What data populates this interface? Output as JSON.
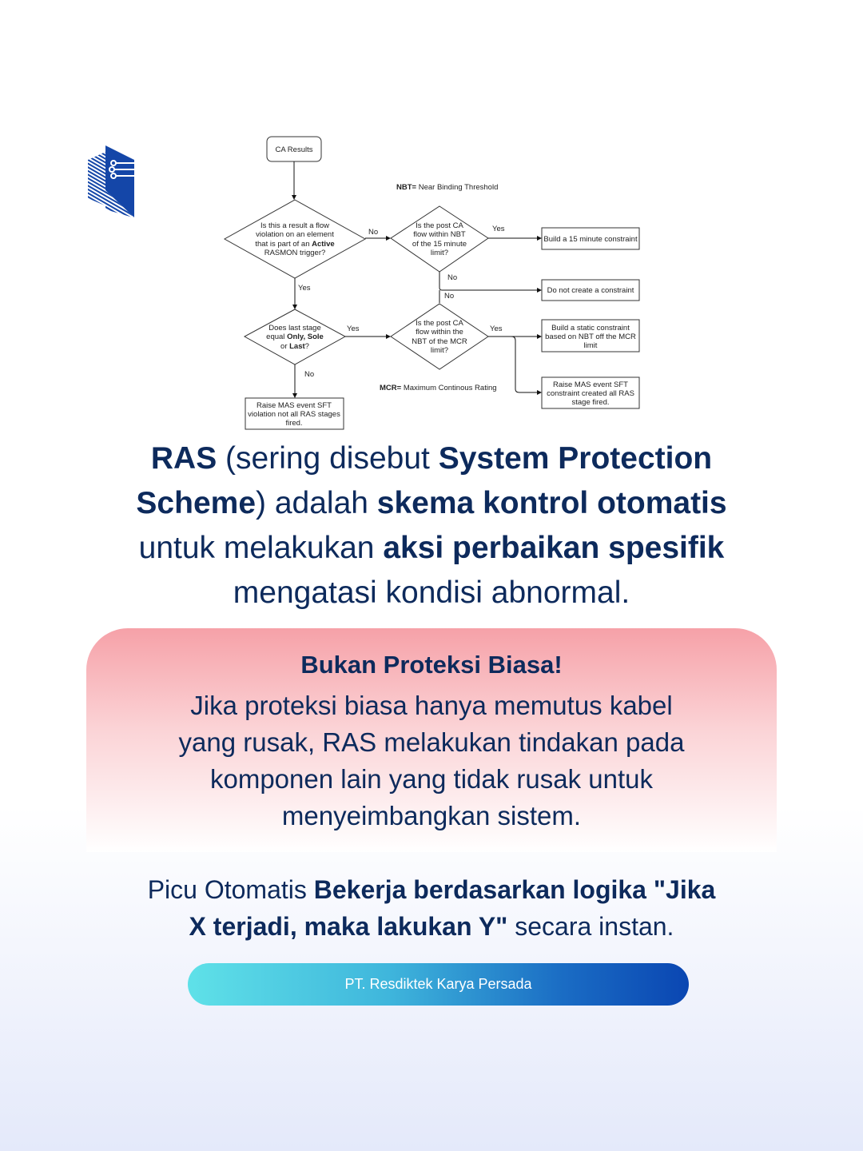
{
  "logo": {
    "name": "resdiktek-logo"
  },
  "flowchart": {
    "start": "CA Results",
    "nbt_note": {
      "bold": "NBT=",
      "rest": " Near Binding Threshold"
    },
    "mcr_note": {
      "bold": "MCR=",
      "rest": " Maximum Continous Rating"
    },
    "d1": [
      "Is this a result a flow",
      "violation on an element",
      "that is part of an ",
      "Active",
      "RASMON trigger?"
    ],
    "d2": [
      "Is the post CA",
      "flow within NBT",
      "of the 15 minute",
      "limit?"
    ],
    "d3": [
      "Does last stage",
      "equal ",
      "Only, Sole",
      "or ",
      "Last",
      "?"
    ],
    "d4": [
      "Is the post CA",
      "flow within the",
      "NBT of the MCR",
      "limit?"
    ],
    "box_15min": "Build a 15 minute constraint",
    "box_no_constraint": "Do not create a constraint",
    "box_static": [
      "Build a static constraint",
      "based on NBT off the MCR",
      "limit"
    ],
    "box_raise_all": [
      "Raise MAS event SFT",
      "constraint created all RAS",
      "stage fired."
    ],
    "box_raise_not_all": [
      "Raise MAS event SFT",
      "violation not all RAS stages",
      "fired."
    ],
    "labels": {
      "yes": "Yes",
      "no": "No"
    }
  },
  "main_text": {
    "l1": [
      {
        "t": "RAS",
        "b": true
      },
      {
        "t": " (sering disebut ",
        "b": false
      },
      {
        "t": "System Protection",
        "b": true
      }
    ],
    "l2": [
      {
        "t": "Scheme",
        "b": true
      },
      {
        "t": ") adalah ",
        "b": false
      },
      {
        "t": "skema kontrol otomatis",
        "b": true
      }
    ],
    "l3": [
      {
        "t": "untuk melakukan ",
        "b": false
      },
      {
        "t": "aksi perbaikan spesifik",
        "b": true
      }
    ],
    "l4": [
      {
        "t": "mengatasi kondisi abnormal.",
        "b": false
      }
    ]
  },
  "callout": {
    "title": "Bukan Proteksi Biasa!",
    "lines": [
      "Jika proteksi biasa hanya memutus kabel",
      "yang rusak, RAS melakukan tindakan pada",
      "komponen lain yang tidak rusak untuk",
      "menyeimbangkan sistem."
    ]
  },
  "note": {
    "l1": [
      {
        "t": "Picu Otomatis ",
        "b": false
      },
      {
        "t": "Bekerja berdasarkan logika \"Jika",
        "b": true
      }
    ],
    "l2": [
      {
        "t": "X terjadi, maka lakukan Y\"",
        "b": true
      },
      {
        "t": " secara instan.",
        "b": false
      }
    ]
  },
  "footer": {
    "company": "PT. Resdiktek Karya Persada"
  },
  "colors": {
    "text": "#0d2a5c",
    "logo": "#1446a8",
    "callout_top": "#f6a1a8",
    "pill_start": "#5fe1e8",
    "pill_end": "#0a46b2"
  }
}
